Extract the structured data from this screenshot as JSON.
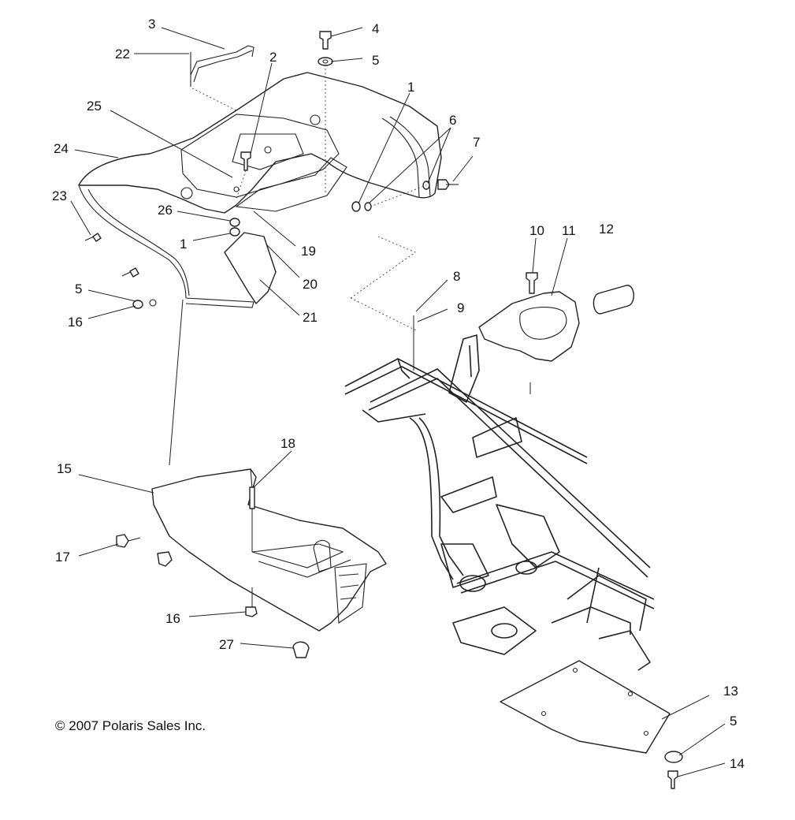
{
  "copyright": "© 2007 Polaris Sales Inc.",
  "callouts": [
    "3",
    "22",
    "4",
    "2",
    "5",
    "1",
    "25",
    "6",
    "7",
    "24",
    "23",
    "26",
    "1",
    "19",
    "20",
    "21",
    "5",
    "16",
    "10",
    "11",
    "12",
    "8",
    "9",
    "18",
    "15",
    "17",
    "16",
    "27",
    "13",
    "5",
    "14"
  ]
}
